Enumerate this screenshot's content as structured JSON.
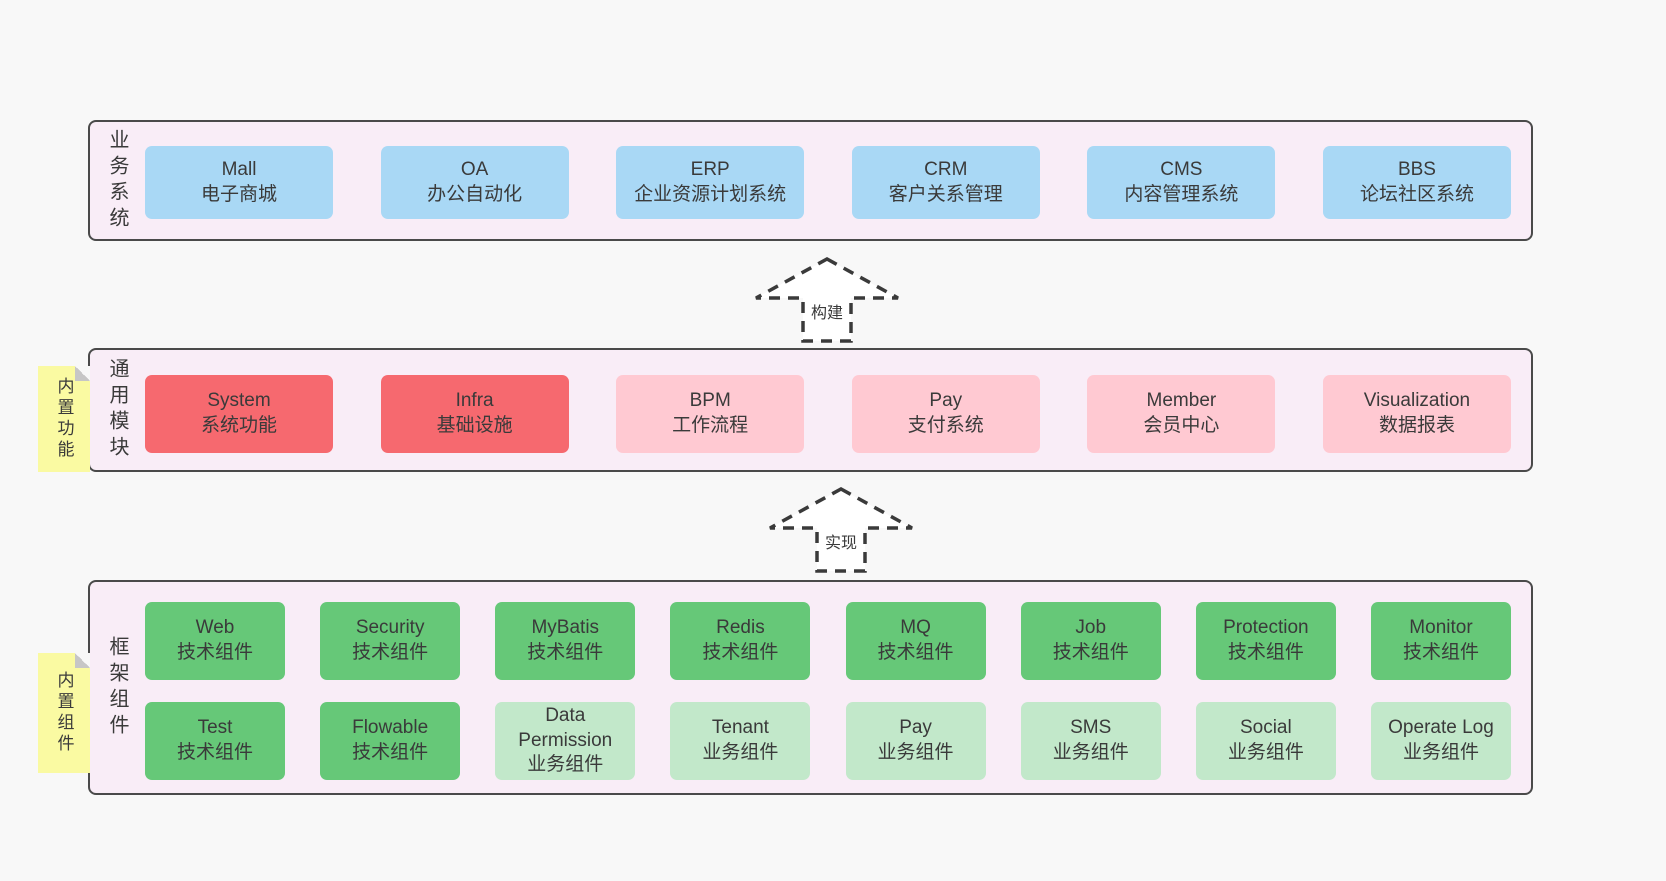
{
  "colors": {
    "page_bg": "#f8f8f8",
    "container_bg": "#f9edf7",
    "container_border": "#4a4a4a",
    "blue_box": "#a9d8f5",
    "red_box": "#f6696f",
    "pink_box": "#ffc9d2",
    "green_dark_box": "#66c878",
    "green_light_box": "#c2e8ca",
    "sticky_yellow": "#fafaa2",
    "text": "#3a3a3a"
  },
  "arrows": [
    {
      "label": "构建"
    },
    {
      "label": "实现"
    }
  ],
  "layers": {
    "business": {
      "label": "业务系统",
      "items": [
        {
          "title": "Mall",
          "subtitle": "电子商城"
        },
        {
          "title": "OA",
          "subtitle": "办公自动化"
        },
        {
          "title": "ERP",
          "subtitle": "企业资源计划系统"
        },
        {
          "title": "CRM",
          "subtitle": "客户关系管理"
        },
        {
          "title": "CMS",
          "subtitle": "内容管理系统"
        },
        {
          "title": "BBS",
          "subtitle": "论坛社区系统"
        }
      ]
    },
    "modules": {
      "label": "通用模块",
      "sticky": "内置功能",
      "items": [
        {
          "title": "System",
          "subtitle": "系统功能"
        },
        {
          "title": "Infra",
          "subtitle": "基础设施"
        },
        {
          "title": "BPM",
          "subtitle": "工作流程"
        },
        {
          "title": "Pay",
          "subtitle": "支付系统"
        },
        {
          "title": "Member",
          "subtitle": "会员中心"
        },
        {
          "title": "Visualization",
          "subtitle": "数据报表"
        }
      ]
    },
    "components": {
      "label": "框架组件",
      "sticky": "内置组件",
      "row1": [
        {
          "title": "Web",
          "subtitle": "技术组件"
        },
        {
          "title": "Security",
          "subtitle": "技术组件"
        },
        {
          "title": "MyBatis",
          "subtitle": "技术组件"
        },
        {
          "title": "Redis",
          "subtitle": "技术组件"
        },
        {
          "title": "MQ",
          "subtitle": "技术组件"
        },
        {
          "title": "Job",
          "subtitle": "技术组件"
        },
        {
          "title": "Protection",
          "subtitle": "技术组件"
        },
        {
          "title": "Monitor",
          "subtitle": "技术组件"
        }
      ],
      "row2": [
        {
          "title": "Test",
          "subtitle": "技术组件"
        },
        {
          "title": "Flowable",
          "subtitle": "技术组件"
        },
        {
          "title": "Data Permission",
          "subtitle": "业务组件"
        },
        {
          "title": "Tenant",
          "subtitle": "业务组件"
        },
        {
          "title": "Pay",
          "subtitle": "业务组件"
        },
        {
          "title": "SMS",
          "subtitle": "业务组件"
        },
        {
          "title": "Social",
          "subtitle": "业务组件"
        },
        {
          "title": "Operate Log",
          "subtitle": "业务组件"
        }
      ]
    }
  }
}
